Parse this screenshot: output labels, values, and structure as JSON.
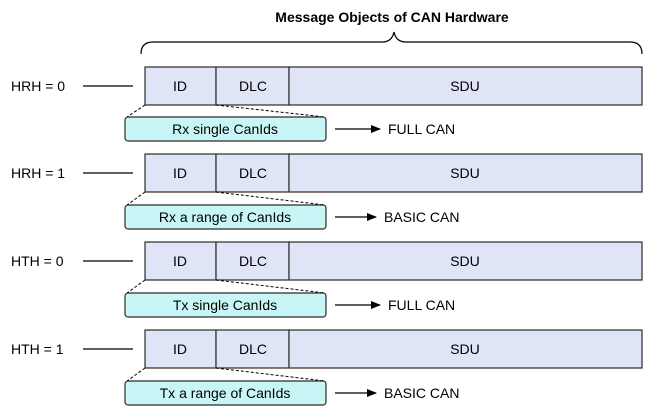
{
  "title": "Message Objects of CAN Hardware",
  "objects": [
    {
      "handle": "HRH = 0",
      "fields": [
        "ID",
        "DLC",
        "SDU"
      ],
      "description": "Rx single CanIds",
      "result": "FULL CAN"
    },
    {
      "handle": "HRH = 1",
      "fields": [
        "ID",
        "DLC",
        "SDU"
      ],
      "description": "Rx a range of CanIds",
      "result": "BASIC CAN"
    },
    {
      "handle": "HTH = 0",
      "fields": [
        "ID",
        "DLC",
        "SDU"
      ],
      "description": "Tx single CanIds",
      "result": "FULL CAN"
    },
    {
      "handle": "HTH = 1",
      "fields": [
        "ID",
        "DLC",
        "SDU"
      ],
      "description": "Tx a range of CanIds",
      "result": "BASIC CAN"
    }
  ]
}
